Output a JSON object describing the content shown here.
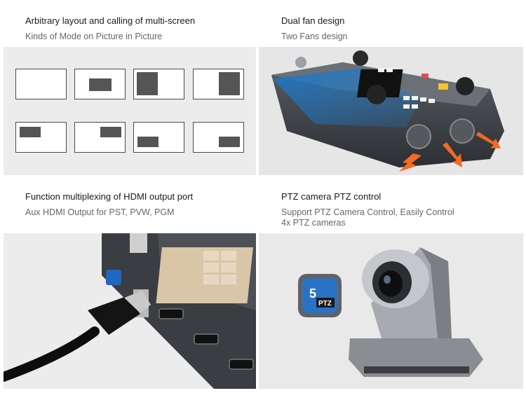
{
  "sections": {
    "layout": {
      "title": "Arbitrary layout and calling of multi-screen",
      "subtitle": "Kinds of Mode on Picture in Picture"
    },
    "fan": {
      "title": "Dual fan design",
      "subtitle": "Two Fans design"
    },
    "hdmi": {
      "title": "Function multiplexing of HDMI output port",
      "subtitle": "Aux HDMI Output for PST, PVW, PGM"
    },
    "ptz": {
      "title": "PTZ camera PTZ control",
      "subtitle_line1": "Support PTZ Camera Control, Easily Control",
      "subtitle_line2": "4x PTZ cameras",
      "badge_number": "5",
      "badge_label": "PTZ"
    }
  },
  "colors": {
    "pip_fill": "#555555",
    "fan_arrow": "#f26a24",
    "badge_blue": "#2a73c4"
  }
}
